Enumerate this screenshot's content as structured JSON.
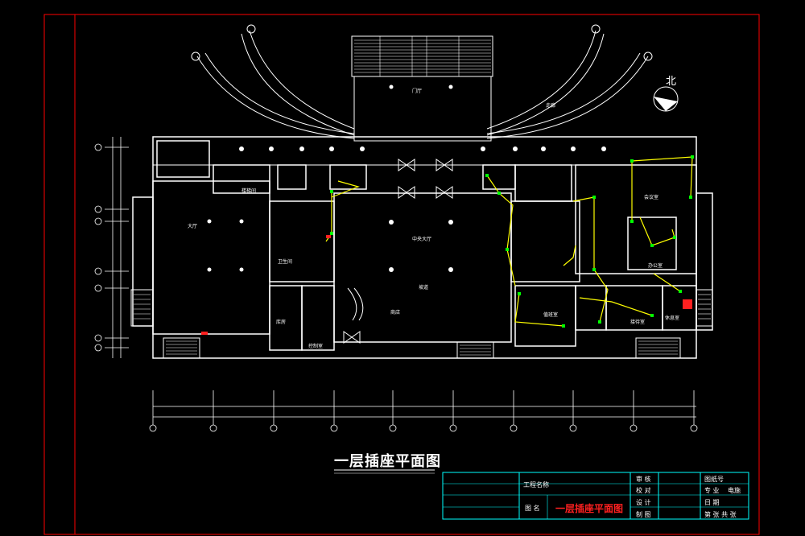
{
  "drawing": {
    "title": "一层插座平面图",
    "north_label": "北"
  },
  "rooms": {
    "main_hall": "大厅",
    "lobby": "中央大厅",
    "front": "门厅",
    "corridor": "走廊",
    "office_right": "办公室",
    "meeting": "会议室",
    "duty": "值班室",
    "shop": "商店",
    "storage": "库房",
    "control": "控制室",
    "stair_hall": "楼梯间",
    "reception": "接待室",
    "lounge": "休息室",
    "ramp": "坡道",
    "toilet": "卫生间"
  },
  "title_block": {
    "project": "工程名称",
    "drawing_name_label": "图 名",
    "drawing_name": "一层插座平面图",
    "r1c1": "审 核",
    "r1c2": "图纸号",
    "r2c1": "校 对",
    "r2c2": "专 业",
    "r2c3": "电施",
    "r3c1": "设 计",
    "r3c2": "日 期",
    "r4c1": "制 图",
    "r4c2": "第 张 共 张"
  },
  "colors": {
    "background": "#000000",
    "frame": "#ff0000",
    "walls": "#ffffff",
    "wiring": "#ffff00",
    "devices": "#00ff00",
    "titleblock": "#00ffff",
    "accent": "#ff2020"
  }
}
